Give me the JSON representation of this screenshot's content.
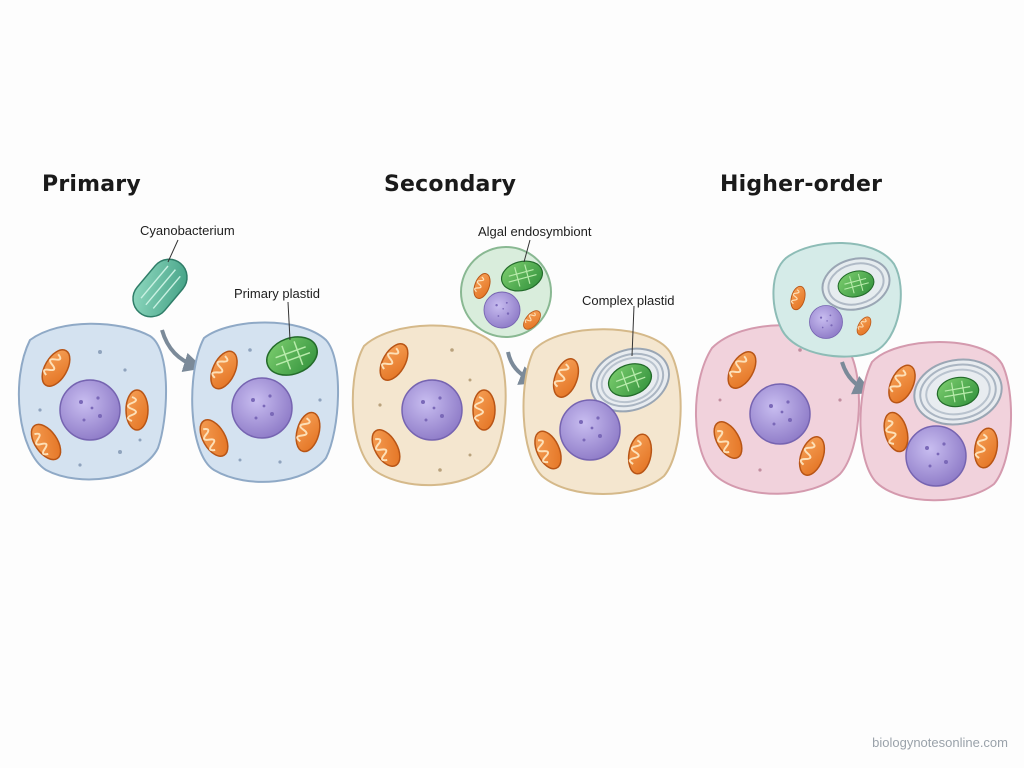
{
  "panels": [
    {
      "title": "Primary"
    },
    {
      "title": "Secondary"
    },
    {
      "title": "Higher-order"
    }
  ],
  "labels": {
    "cyanobacterium": "Cyanobacterium",
    "primary_plastid": "Primary plastid",
    "algal_endosymbiont": "Algal endosymbiont",
    "complex_plastid": "Complex plastid"
  },
  "colors": {
    "primary_cell": "#d4e2f0",
    "secondary_cell": "#f4e6cf",
    "higher_cell": "#f1d2dc",
    "endosymbiont_cell": "#d9eddc",
    "higher_endosymbiont_cell": "#d5ebe8",
    "nucleus": "#a897d8",
    "mitochondrion": "#f08a3a",
    "plastid": "#4fb04a",
    "cyanobacterium": "#6ec4a8",
    "arrow": "#7b8a99"
  },
  "watermark": "biologynotesonline.com"
}
